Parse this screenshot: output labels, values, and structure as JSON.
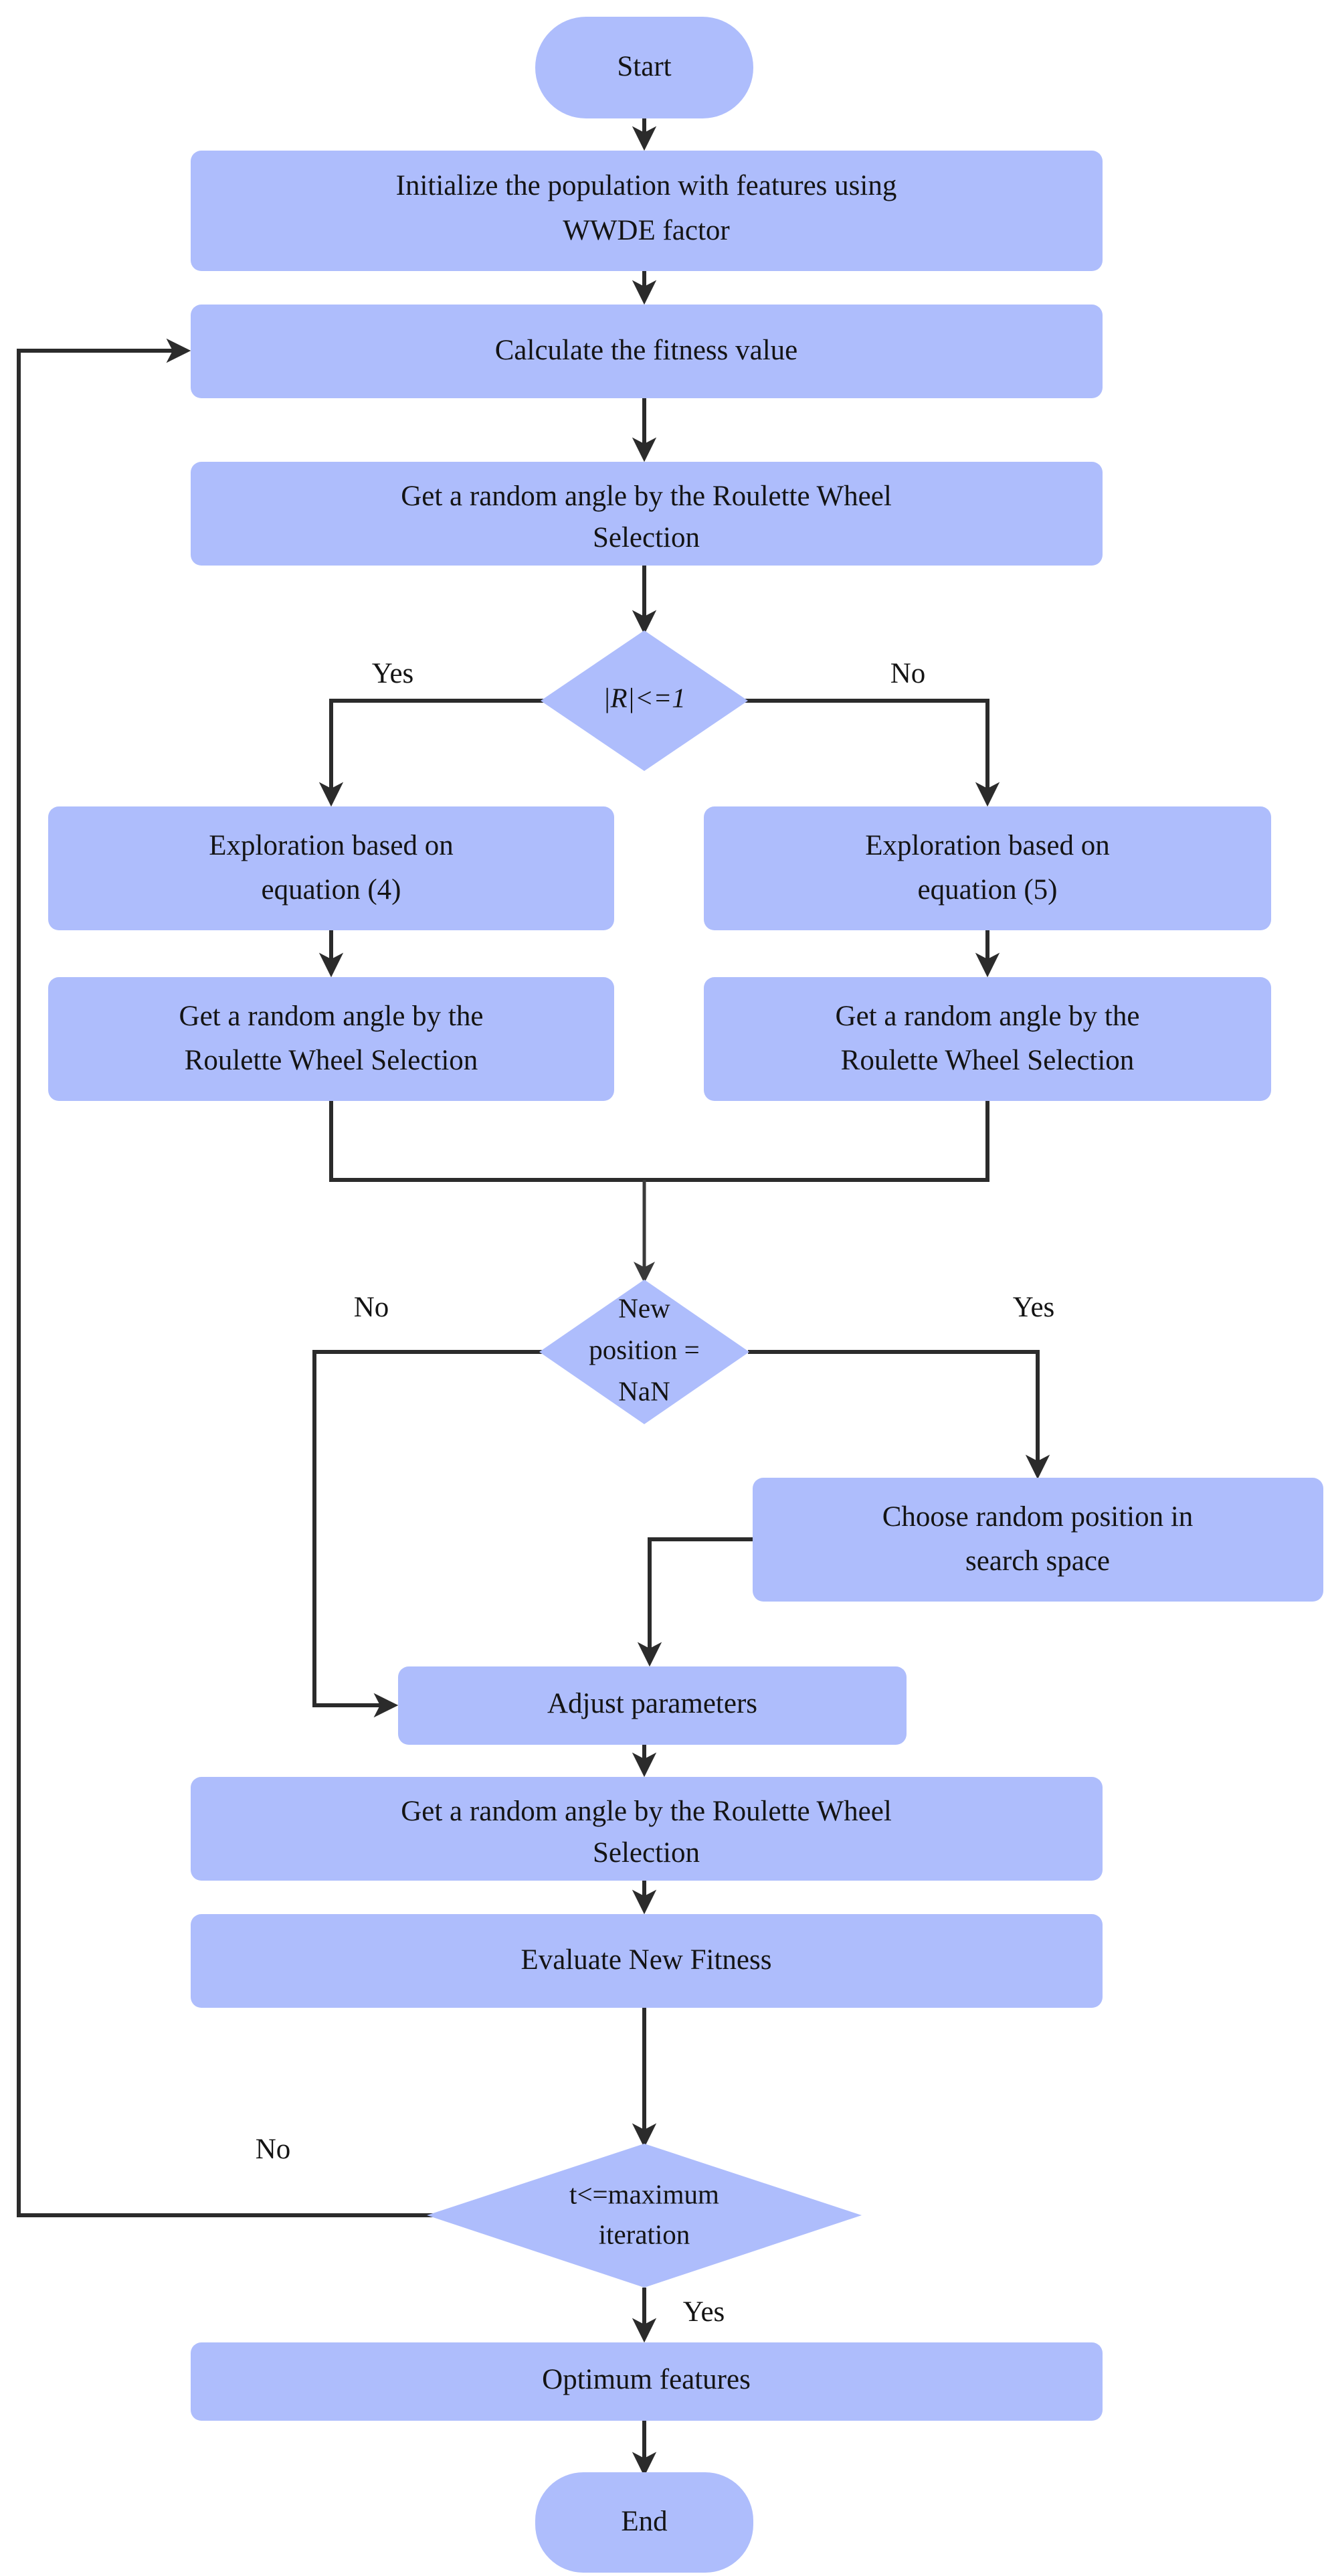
{
  "diagram": {
    "title": "WWDE Roulette Wheel Optimization Flowchart",
    "accent_color": "#aebdfc",
    "line_color": "#2b2b2b",
    "text_color": "#141414",
    "background": "#ffffff"
  },
  "nodes": {
    "start": {
      "label": "Start",
      "shape": "terminator"
    },
    "initialize": {
      "line1": "Initialize the population with features using",
      "line2": "WWDE factor",
      "shape": "process"
    },
    "calculate_fitness": {
      "label": "Calculate the fitness value",
      "shape": "process"
    },
    "random_angle_1": {
      "line1": "Get a random angle by the Roulette Wheel",
      "line2": "Selection",
      "shape": "process"
    },
    "decision_r": {
      "label": "|R|<=1",
      "shape": "decision"
    },
    "exploration_4": {
      "line1": "Exploration based on",
      "line2": "equation (4)",
      "shape": "process"
    },
    "exploration_5": {
      "line1": "Exploration based on",
      "line2": "equation (5)",
      "shape": "process"
    },
    "random_angle_left": {
      "line1": "Get a random angle by the",
      "line2": "Roulette Wheel Selection",
      "shape": "process"
    },
    "random_angle_right": {
      "line1": "Get a random angle by the",
      "line2": "Roulette Wheel Selection",
      "shape": "process"
    },
    "decision_nan": {
      "line1": "New",
      "line2": "position =",
      "line3": "NaN",
      "shape": "decision"
    },
    "choose_random": {
      "line1": "Choose random position in",
      "line2": "search space",
      "shape": "process"
    },
    "adjust_parameters": {
      "label": "Adjust parameters",
      "shape": "process"
    },
    "random_angle_2": {
      "line1": "Get a random angle by the Roulette Wheel",
      "line2": "Selection",
      "shape": "process"
    },
    "evaluate_fitness": {
      "label": "Evaluate New Fitness",
      "shape": "process"
    },
    "decision_iter": {
      "line1": "t<=maximum",
      "line2": "iteration",
      "shape": "decision"
    },
    "optimum_features": {
      "label": "Optimum features",
      "shape": "process"
    },
    "end": {
      "label": "End",
      "shape": "terminator"
    }
  },
  "edge_labels": {
    "r_yes": "Yes",
    "r_no": "No",
    "nan_no": "No",
    "nan_yes": "Yes",
    "iter_no": "No",
    "iter_yes": "Yes"
  }
}
